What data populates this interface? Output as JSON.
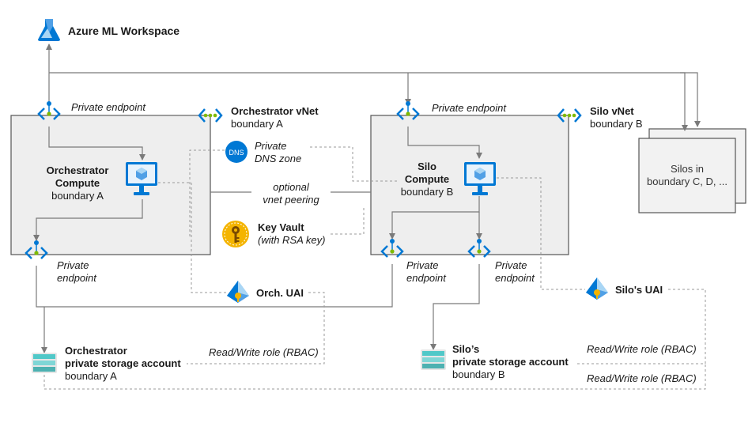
{
  "workspace": {
    "title": "Azure ML Workspace"
  },
  "orchestrator": {
    "pe_top_label": "Private endpoint",
    "vnet_title": "Orchestrator vNet",
    "vnet_boundary": "boundary A",
    "compute_line1": "Orchestrator",
    "compute_line2": "Compute",
    "compute_boundary": "boundary A",
    "pe_bottom_line1": "Private",
    "pe_bottom_line2": "endpoint",
    "uai_label": "Orch. UAI",
    "storage_line1": "Orchestrator",
    "storage_line2": "private storage account",
    "storage_boundary": "boundary A",
    "rbac_label": "Read/Write role (RBAC)"
  },
  "shared": {
    "dns_line1": "Private",
    "dns_line2": "DNS zone",
    "dns_badge": "DNS",
    "peering_line1": "optional",
    "peering_line2": "vnet peering",
    "keyvault_title": "Key Vault",
    "keyvault_sub": "(with RSA key)"
  },
  "silo": {
    "pe_top_label": "Private endpoint",
    "vnet_title": "Silo vNet",
    "vnet_boundary": "boundary B",
    "compute_line1": "Silo",
    "compute_line2": "Compute",
    "compute_boundary": "boundary B",
    "pe_left_line1": "Private",
    "pe_left_line2": "endpoint",
    "pe_right_line1": "Private",
    "pe_right_line2": "endpoint",
    "uai_label": "Silo's UAI",
    "storage_line1": "Silo’s",
    "storage_line2": "private storage account",
    "storage_boundary": "boundary B",
    "rbac_label_1": "Read/Write role (RBAC)",
    "rbac_label_2": "Read/Write role (RBAC)"
  },
  "other_silos": {
    "line1": "Silos in",
    "line2": "boundary C, D, ..."
  },
  "colors": {
    "box_fill": "#eeeeee",
    "box_stroke": "#555555",
    "line": "#7a7a7a",
    "dashed": "#9a9a9a",
    "azure_blue": "#0078d4",
    "vnet_green": "#7fba00",
    "keyvault_yellow": "#f4b400"
  }
}
